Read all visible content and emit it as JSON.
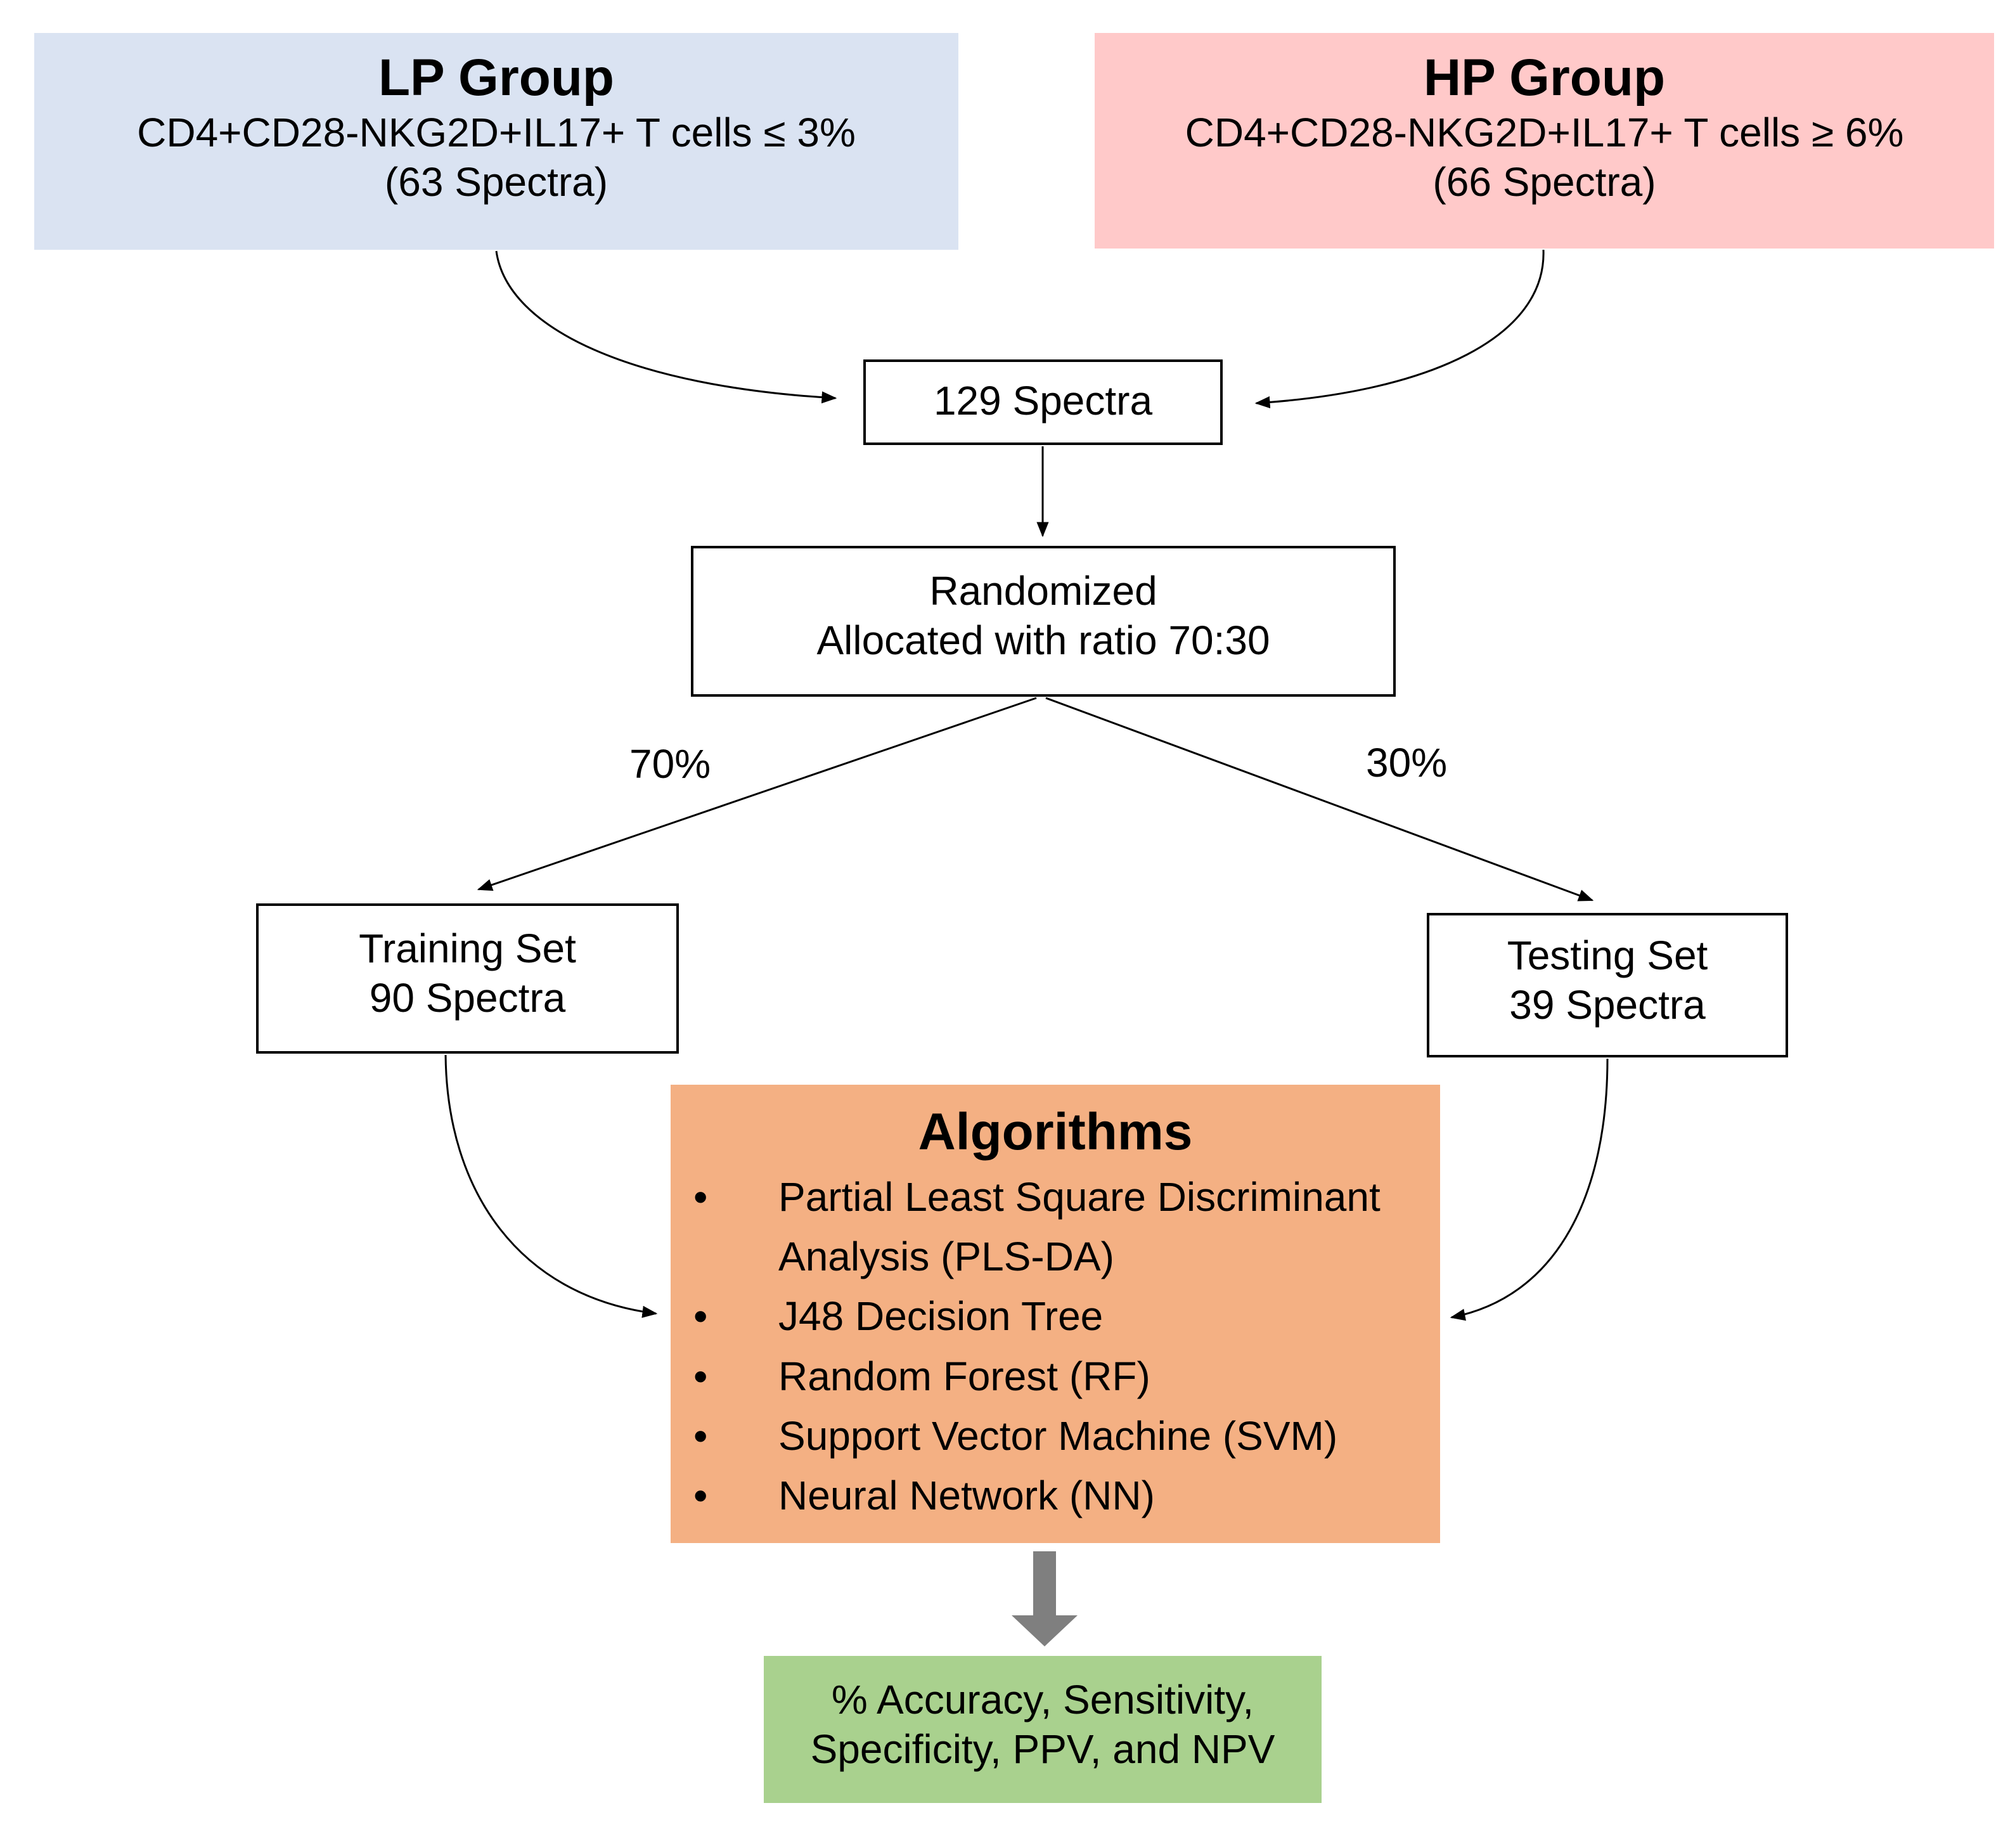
{
  "lp_group": {
    "title": "LP Group",
    "criterion": "CD4+CD28-NKG2D+IL17+ T cells ≤ 3%",
    "count": "(63 Spectra)"
  },
  "hp_group": {
    "title": "HP Group",
    "criterion": "CD4+CD28-NKG2D+IL17+ T cells ≥ 6%",
    "count": "(66 Spectra)"
  },
  "combined": {
    "label": "129 Spectra"
  },
  "randomization": {
    "line1": "Randomized",
    "line2": "Allocated with ratio 70:30"
  },
  "split_labels": {
    "training": "70%",
    "testing": "30%"
  },
  "training_set": {
    "line1": "Training Set",
    "line2": "90 Spectra"
  },
  "testing_set": {
    "line1": "Testing Set",
    "line2": "39 Spectra"
  },
  "algorithms": {
    "title": "Algorithms",
    "bullet": "•",
    "items": [
      "Partial Least Square Discriminant Analysis (PLS-DA)",
      "J48 Decision Tree",
      "Random Forest (RF)",
      "Support Vector Machine (SVM)",
      "Neural Network (NN)"
    ]
  },
  "results": {
    "line1": "% Accuracy, Sensitivity,",
    "line2": "Specificity, PPV, and NPV"
  },
  "colors": {
    "lp_fill": "#dae3f2",
    "hp_fill": "#ffc9c9",
    "algorithms_fill": "#f4b083",
    "results_fill": "#a9d18e",
    "big_arrow": "#7f7f7f"
  }
}
